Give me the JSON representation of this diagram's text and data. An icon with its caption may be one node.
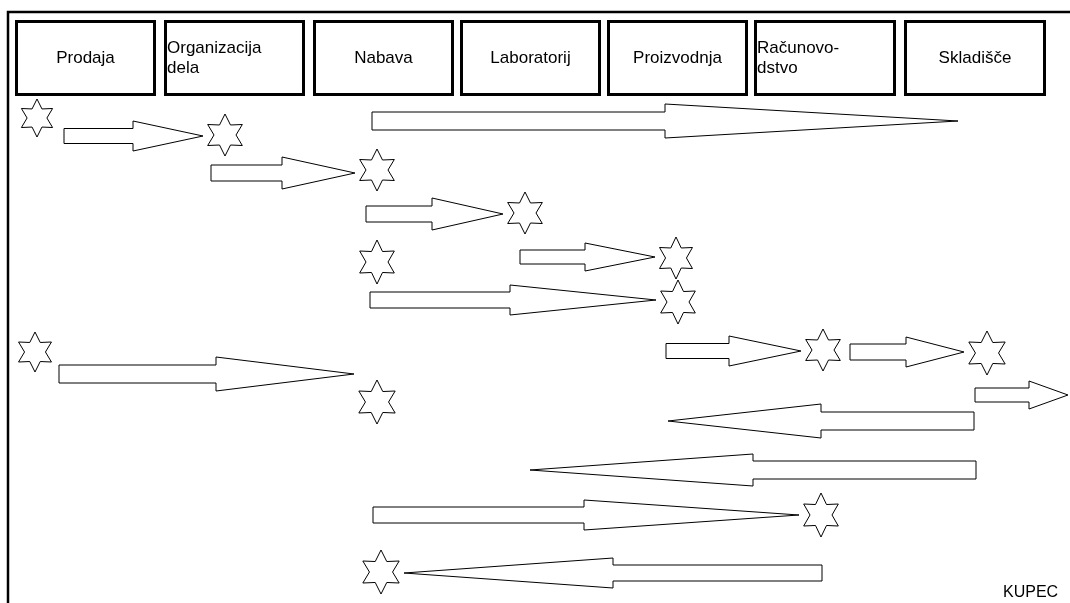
{
  "diagram": {
    "nodes": [
      {
        "text": [
          "Prodaja"
        ]
      },
      {
        "text": [
          "Organizacija dela"
        ]
      },
      {
        "text": [
          "Nabava"
        ]
      },
      {
        "text": [
          "Laboratorij"
        ]
      },
      {
        "text": [
          "Proizvodnja"
        ]
      },
      {
        "text": [
          "Računovo- dstvo"
        ]
      },
      {
        "text": [
          "Skladišče"
        ]
      },
      {
        "text": [],
        "shape": "star"
      },
      {
        "text": [],
        "shape": "star"
      },
      {
        "text": [],
        "shape": "star"
      },
      {
        "text": [],
        "shape": "star"
      },
      {
        "text": [],
        "shape": "star"
      },
      {
        "text": [],
        "shape": "star"
      },
      {
        "text": [],
        "shape": "star"
      },
      {
        "text": [],
        "shape": "star"
      },
      {
        "text": [],
        "shape": "star"
      },
      {
        "text": [],
        "shape": "star"
      },
      {
        "text": [],
        "shape": "star"
      },
      {
        "text": [],
        "shape": "star"
      },
      {
        "text": [],
        "shape": "star"
      }
    ],
    "edges": [
      {
        "from": 7,
        "to": 8,
        "arrow": "to"
      },
      {
        "from": 2,
        "to": 6,
        "arrow": "to"
      },
      {
        "from": 8,
        "to": 9,
        "arrow": "to"
      },
      {
        "from": 9,
        "to": 10,
        "arrow": "to"
      },
      {
        "from": 10,
        "to": 12,
        "arrow": "to"
      },
      {
        "from": 11,
        "to": 13,
        "arrow": "to"
      },
      {
        "from": 14,
        "to": 17,
        "arrow": "to"
      },
      {
        "from": 13,
        "to": 15,
        "arrow": "to"
      },
      {
        "from": 15,
        "to": 16,
        "arrow": "to"
      },
      {
        "from": 16,
        "to": null,
        "arrow": "to"
      },
      {
        "from": null,
        "to": 18,
        "arrow": "to"
      },
      {
        "from": null,
        "to": 19,
        "arrow": "to"
      }
    ],
    "labels": [
      "KUPEC"
    ]
  }
}
